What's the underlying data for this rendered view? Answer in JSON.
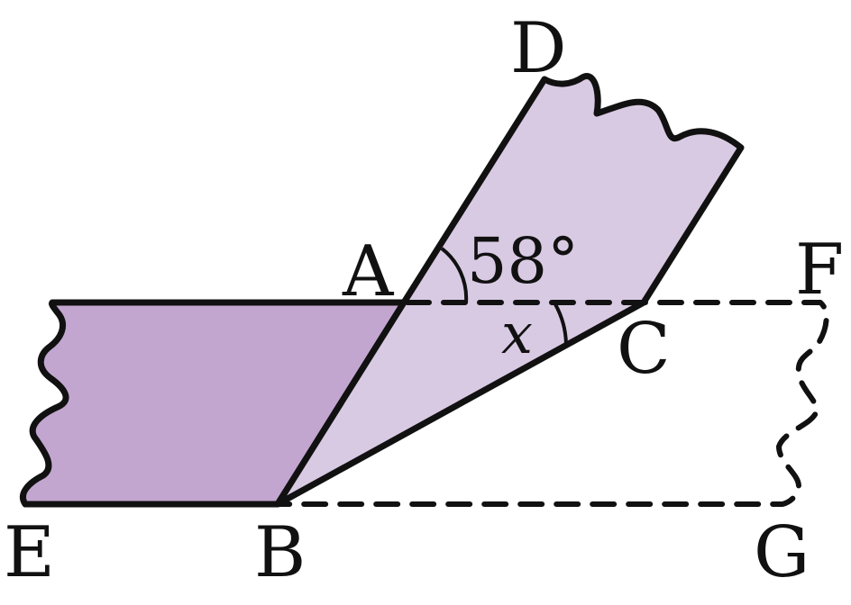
{
  "labels": {
    "A": "A",
    "B": "B",
    "C": "C",
    "D": "D",
    "E": "E",
    "F": "F",
    "G": "G"
  },
  "angles": {
    "given": "58°",
    "unknown": "x"
  },
  "colors": {
    "unfolded_strip": "#c2a6d0",
    "folded_flap": "#d9cae3",
    "outline": "#111111"
  }
}
